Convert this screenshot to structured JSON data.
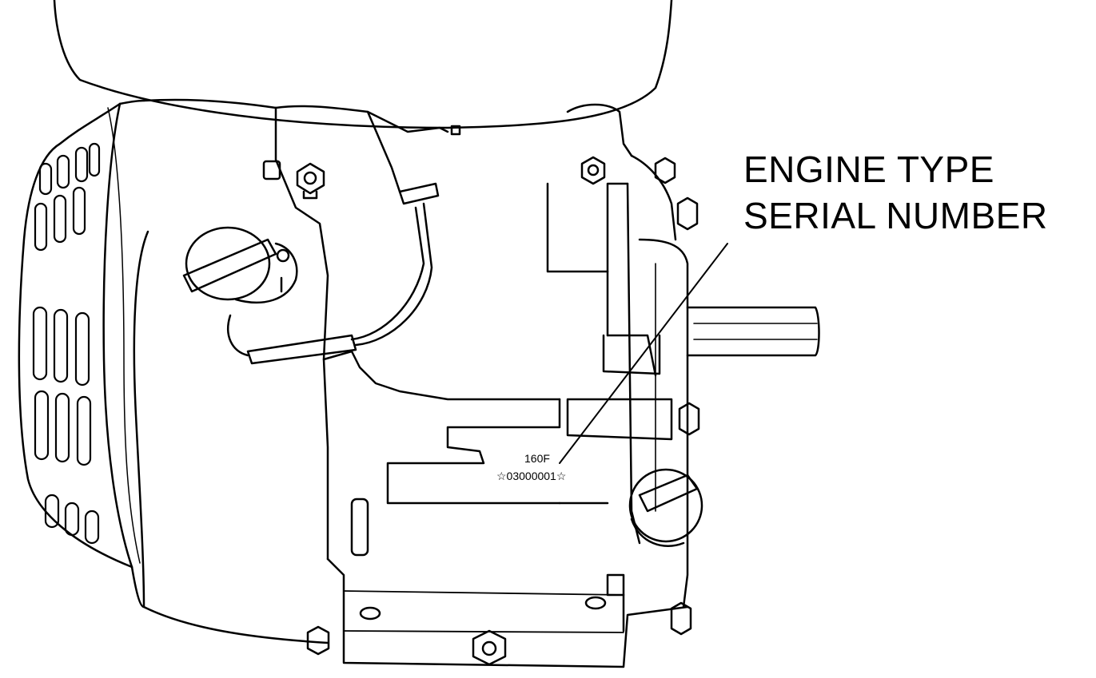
{
  "callout": {
    "line1": "ENGINE TYPE",
    "line2": "SERIAL NUMBER"
  },
  "nameplate": {
    "engine_type": "160F",
    "serial_number": "☆03000001☆"
  },
  "colors": {
    "line": "#000000",
    "background": "#ffffff"
  }
}
